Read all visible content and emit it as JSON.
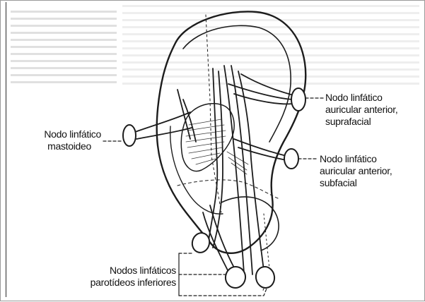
{
  "labels": {
    "mastoid": {
      "line1": "Nodo linfático",
      "line2": "mastoideo"
    },
    "pre_supra": {
      "line1": "Nodo linfático",
      "line2": "auricular anterior,",
      "line3": "suprafacial"
    },
    "pre_sub": {
      "line1": "Nodo linfático",
      "line2": "auricular anterior,",
      "line3": "subfacial"
    },
    "parotid": {
      "line1": "Nodos linfáticos",
      "line2": "parotídeos inferiores"
    }
  }
}
